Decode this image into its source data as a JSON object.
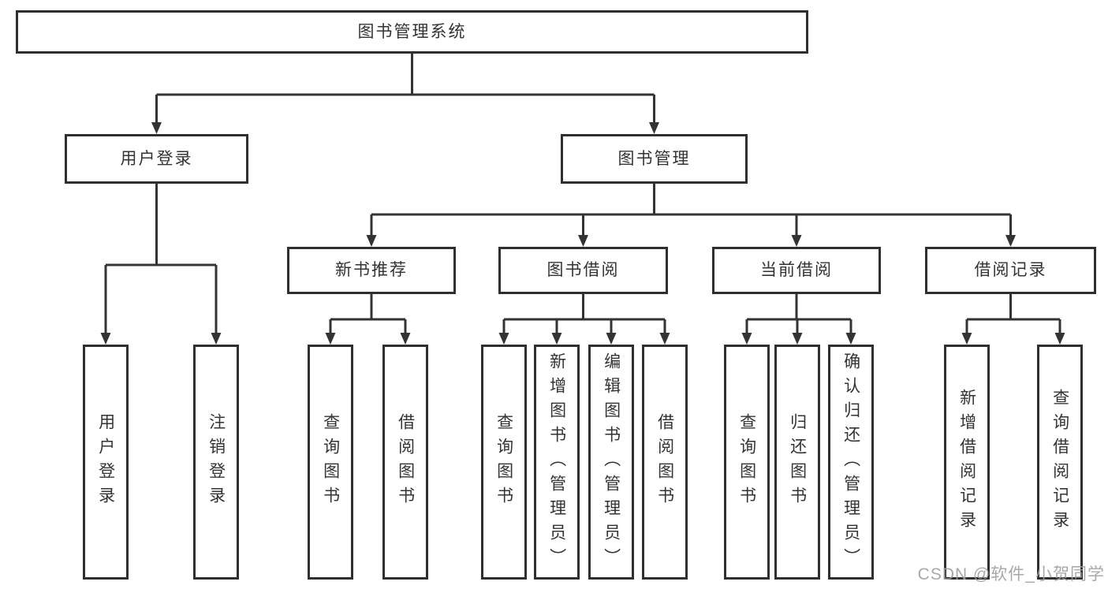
{
  "tree": {
    "root": "图书管理系统",
    "level2": {
      "login": "用户登录",
      "manage": "图书管理"
    },
    "level3": {
      "recommend": "新书推荐",
      "borrow": "图书借阅",
      "current": "当前借阅",
      "records": "借阅记录"
    },
    "leaves": {
      "login": [
        "用户登录",
        "注销登录"
      ],
      "recommend": [
        "查询图书",
        "借阅图书"
      ],
      "borrow": [
        "查询图书",
        "新增图书（管理员）",
        "编辑图书（管理员）",
        "借阅图书"
      ],
      "current": [
        "查询图书",
        "归还图书",
        "确认归还（管理员）"
      ],
      "records": [
        "新增借阅记录",
        "查询借阅记录"
      ]
    }
  },
  "watermark": "CSDN @软件_小贺同学",
  "colors": {
    "line": "#333333",
    "border": "#2f2f2f",
    "text": "#333333",
    "watermark": "#9e9e9e",
    "background": "#ffffff"
  }
}
